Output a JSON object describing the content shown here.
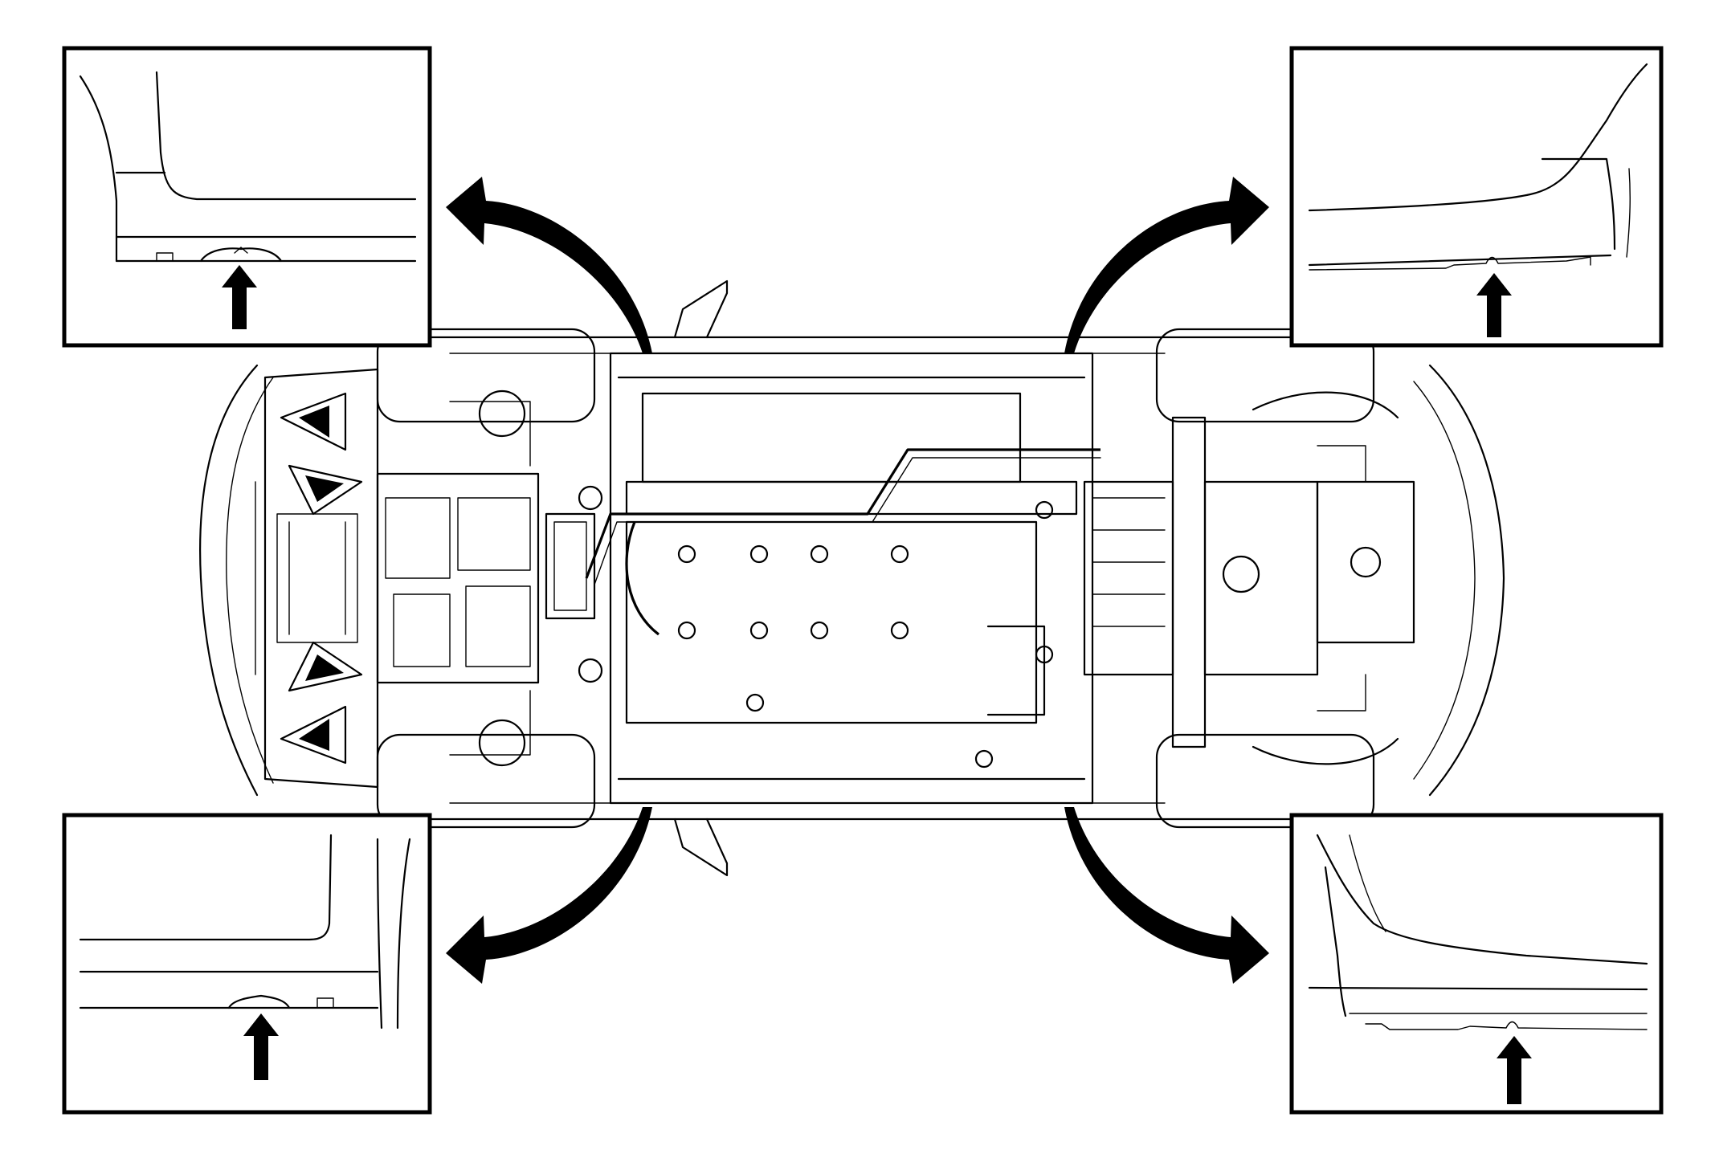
{
  "figure": {
    "type": "vehicle-underbody-service-diagram",
    "detail_callouts": [
      {
        "id": "front-left",
        "arrow": "lift-point-arrow"
      },
      {
        "id": "rear-left",
        "arrow": "lift-point-arrow"
      },
      {
        "id": "front-right",
        "arrow": "lift-point-arrow"
      },
      {
        "id": "rear-right",
        "arrow": "lift-point-arrow"
      }
    ],
    "colors": {
      "line": "#000000",
      "background": "#ffffff"
    }
  }
}
